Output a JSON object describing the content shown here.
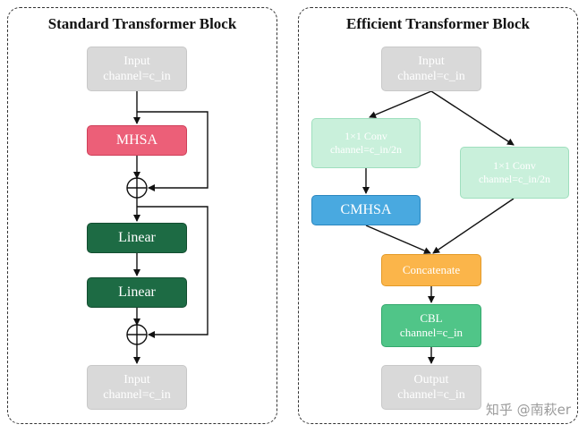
{
  "standard": {
    "title": "Standard Transformer Block",
    "input": {
      "line1": "Input",
      "line2": "channel=c_in"
    },
    "mhsa": "MHSA",
    "linear1": "Linear",
    "linear2": "Linear",
    "output": {
      "line1": "Input",
      "line2": "channel=c_in"
    }
  },
  "efficient": {
    "title": "Efficient Transformer Block",
    "input": {
      "line1": "Input",
      "line2": "channel=c_in"
    },
    "conv_left": {
      "line1": "1×1 Conv",
      "line2": "channel=c_in/2n"
    },
    "conv_right": {
      "line1": "1×1 Conv",
      "line2": "channel=c_in/2n"
    },
    "cmhsa": "CMHSA",
    "concatenate": "Concatenate",
    "cbl": {
      "line1": "CBL",
      "line2": "channel=c_in"
    },
    "output": {
      "line1": "Output",
      "line2": "channel=c_in"
    }
  },
  "watermark": "知乎 @南萩er",
  "colors": {
    "gray": "#d9d9d9",
    "mhsa": "#ec5f78",
    "linear": "#1d6b44",
    "conv": "#c9f0db",
    "cmhsa": "#49a9e0",
    "concatenate": "#fbb54a",
    "cbl": "#50c588"
  },
  "icons": [
    "plus-circle-icon",
    "arrow-icon"
  ]
}
